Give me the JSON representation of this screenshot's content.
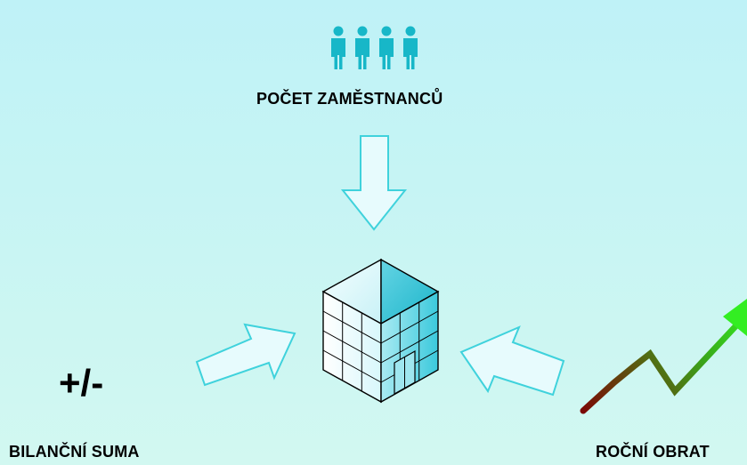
{
  "labels": {
    "employees": "POČET ZAMĚSTNANCŮ",
    "balance_sum": "BILANČNÍ SUMA",
    "turnover": "ROČNÍ OBRAT"
  },
  "symbols": {
    "plus_minus": "+/-"
  },
  "colors": {
    "background_top": "#bff2f7",
    "background_bottom": "#d2f8f1",
    "people": "#17b7c8",
    "arrow_stroke": "#3fd2dc",
    "arrow_fill": "#e7fbfd",
    "building_stroke": "#000000",
    "trend_start": "#7a0a06",
    "trend_end": "#33ee22"
  },
  "icons": {
    "people": "people-icon",
    "building": "building-icon",
    "trend": "trend-arrow-icon"
  }
}
